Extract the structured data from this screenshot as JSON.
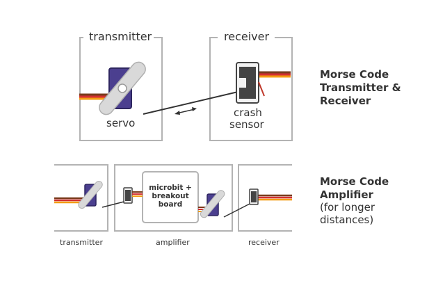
{
  "top": {
    "transmitter_label": "transmitter",
    "receiver_label": "receiver",
    "servo_label": "servo",
    "crash_label": "crash",
    "sensor_label": "sensor"
  },
  "bottom": {
    "microbit_box_label": "microbit + breakout board",
    "transmitter_label": "transmitter",
    "amplifier_label": "amplifier",
    "receiver_label": "receiver"
  },
  "side": {
    "title_1": "Morse Code Transmitter & Receiver",
    "title_2": "Morse Code Amplifier",
    "note_2": "(for longer distances)"
  },
  "colors": {
    "box_border": "#b3b3b3",
    "servo_body": "#4b3f8f",
    "servo_arm": "#d9d9d9",
    "sensor_body": "#444444",
    "wire_brown": "#7a3b1c",
    "wire_red": "#d32f2f",
    "wire_orange": "#f39c12",
    "string": "#333333"
  }
}
